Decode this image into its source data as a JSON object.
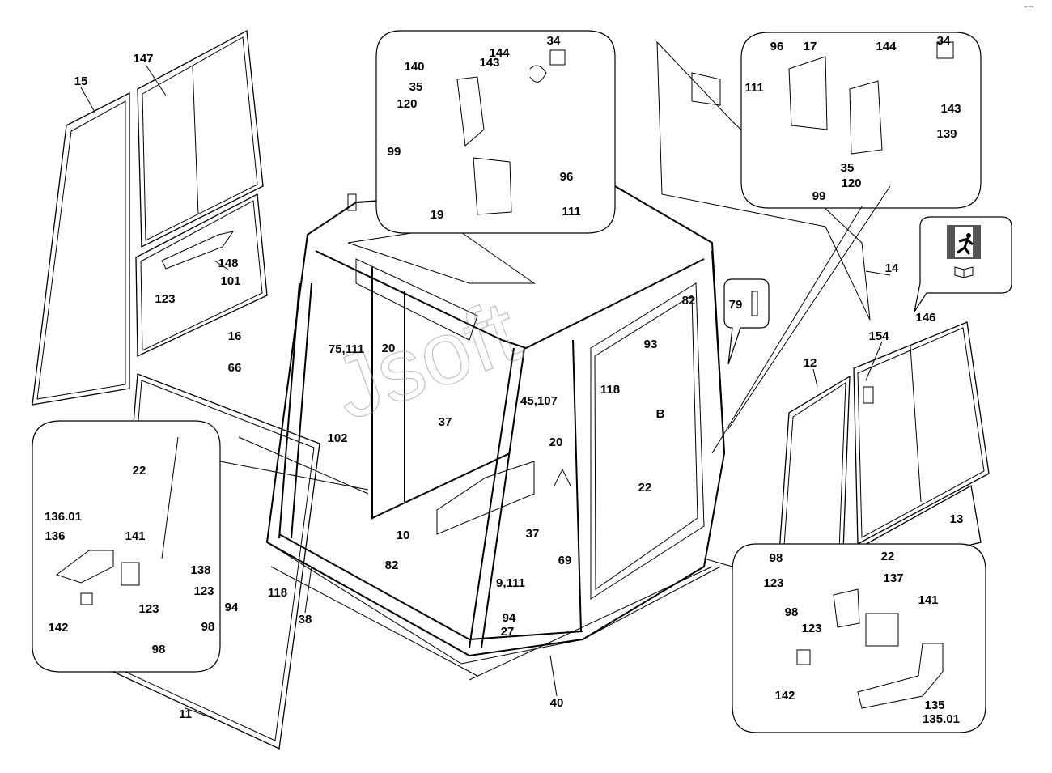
{
  "corner_mark": "▪▪ ▪▪▪",
  "watermark": "Jsoft",
  "callouts": {
    "top_center": [
      "34",
      "144",
      "140",
      "143",
      "35",
      "120",
      "99",
      "96",
      "19",
      "111"
    ],
    "top_right": [
      "96",
      "17",
      "144",
      "34",
      "111",
      "143",
      "139",
      "35",
      "120",
      "99"
    ],
    "bottom_left": [
      "22",
      "136.01",
      "136",
      "141",
      "138",
      "123",
      "123",
      "98",
      "142",
      "98"
    ],
    "bottom_right": [
      "98",
      "22",
      "123",
      "137",
      "98",
      "123",
      "141",
      "142",
      "135",
      "135.01"
    ],
    "pin": "79"
  },
  "labels": {
    "l15": "15",
    "l147": "147",
    "l148": "148",
    "l101": "101",
    "l123": "123",
    "l16": "16",
    "l66": "66",
    "l102": "102",
    "l75_111": "75,111",
    "l20a": "20",
    "l37a": "37",
    "l45_107": "45,107",
    "l20b": "20",
    "l10": "10",
    "l37b": "37",
    "l82a": "82",
    "l69": "69",
    "l9_111": "9,111",
    "l94a": "94",
    "l27": "27",
    "l40": "40",
    "l38": "38",
    "l94b": "94",
    "l118a": "118",
    "l11": "11",
    "l82b": "82",
    "l93": "93",
    "l118b": "118",
    "lB": "B",
    "l22": "22",
    "l14": "14",
    "l154": "154",
    "l146": "146",
    "l12": "12",
    "l13": "13"
  },
  "exit_sign_icon": "emergency-exit-running-man-icon",
  "manual_icon": "open-book-icon"
}
